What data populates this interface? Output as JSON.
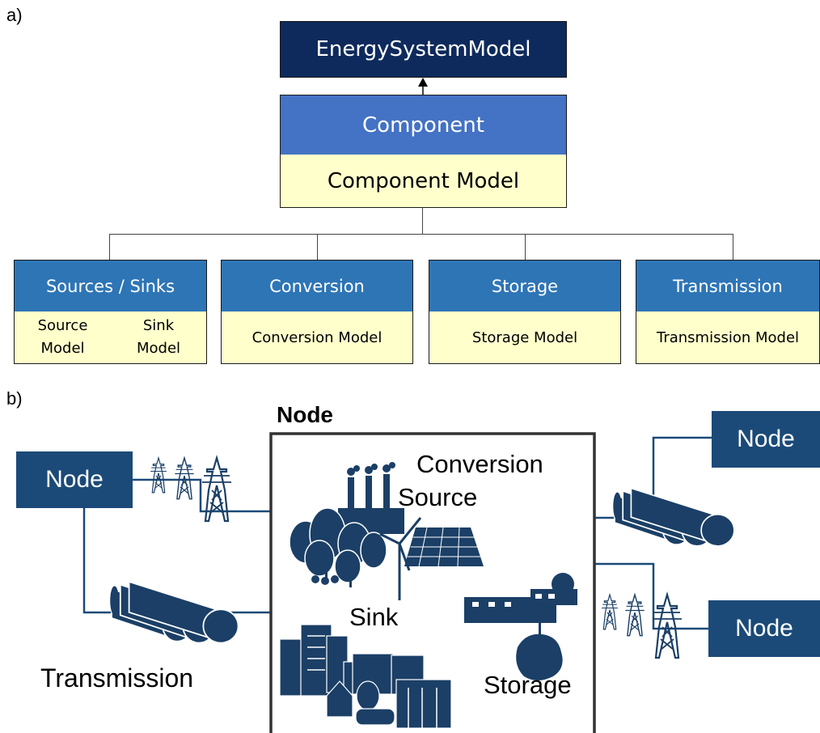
{
  "panel_a": {
    "label": "a)",
    "top_box": "EnergySystemModel",
    "component": {
      "title": "Component",
      "model": "Component Model"
    },
    "children": [
      {
        "title": "Sources / Sinks",
        "models": [
          "Source\nModel",
          "Sink\nModel"
        ]
      },
      {
        "title": "Conversion",
        "models": [
          "Conversion Model"
        ]
      },
      {
        "title": "Storage",
        "models": [
          "Storage Model"
        ]
      },
      {
        "title": "Transmission",
        "models": [
          "Transmission Model"
        ]
      }
    ]
  },
  "panel_b": {
    "label": "b)",
    "center_title": "Node",
    "node_label": "Node",
    "labels": {
      "conversion": "Conversion",
      "source": "Source",
      "sink": "Sink",
      "storage": "Storage",
      "transmission": "Transmission"
    }
  },
  "colors": {
    "dark_navy": "#0e2a5c",
    "component_blue": "#4472c4",
    "child_blue": "#2e75b6",
    "model_yellow": "#ffffcc",
    "node_blue": "#1b4a78",
    "icon_blue": "#1b3f66"
  }
}
